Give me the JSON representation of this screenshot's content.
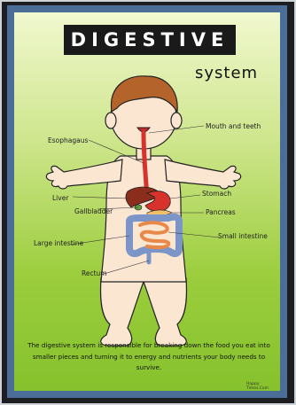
{
  "title": "DIGESTIVE",
  "subtitle": "system",
  "labels": {
    "mouth": "Mouth and teeth",
    "esophagus": "Esophagaus",
    "stomach": "Stomach",
    "liver": "Liver",
    "gallbladder": "Gallbladder",
    "pancreas": "Pancreas",
    "large_intestine": "Large intestine",
    "small_intestine": "Small intestine",
    "rectum": "Rectum"
  },
  "description": "The digestive system is responsible for breaking down the food you eat into smaller pieces and turning it to energy and nutrients your body needs to survive.",
  "credit": "Happy Times.Com",
  "colors": {
    "frame": "#1c1e22",
    "border": "#4b6e98",
    "skin": "#fbe6d2",
    "hair": "#b4642a",
    "esophagus": "#d8322c",
    "liver": "#8a2d1c",
    "intestine": "#e8894a",
    "large_intestine": "#7b95c8"
  }
}
